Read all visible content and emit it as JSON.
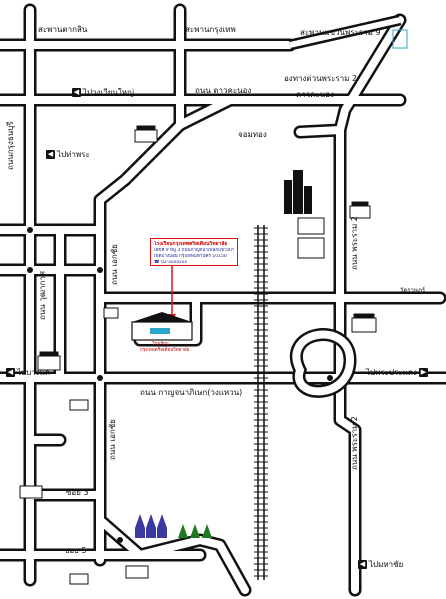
{
  "map": {
    "roads": {
      "bridge_taksin": "สะพานตากสิน",
      "bridge_krungthep": "สะพานกรุงเทพ",
      "bridge_rama9": "สะพานแขวนพระราม 9",
      "klong_dao_khanong": "องทางด่วนพระราม 2",
      "dao_khanong": "ดาวคะนอง",
      "to_wongwian_yai": "ไปวงเวียนใหญ่",
      "dao_khanong_road": "ถนน ดาวคะนอง",
      "road_left_vertical": "ถนนกรุงธนบุรี",
      "to_tha_phra": "ไปท่าพระ",
      "chom_thong": "จอมทอง",
      "phet_road": "ถนน เอกชัย",
      "rama2_road_top": "ถนน พระราม 2",
      "left_road_mid": "ถนน วุฒากาศ",
      "rat_phatthana": "วัดราษฎร์",
      "kanchana": "ถนน กาญจนาภิเษก(วงแหวน)",
      "to_bang_khae": "ไปบางแค",
      "to_phra_pradaeng": "ไปพระประแดง",
      "rama2_road_bottom": "ถนน พระราม 2",
      "ekkachai_lower": "ถนน เอกชัย",
      "soi_3": "ซอย 3",
      "soi_5": "ซอย 5",
      "to_mahachai": "ไปมหาชัย"
    },
    "info_box": {
      "line1": "โรงเรียนกรุงเทพคริสเตียนวิทยาลัย",
      "line2": "เลขที่ 9 หมู่ 3 ถนนกาญจนาภิเษกแขวงบางบอน",
      "line3": "เขตบางบอน กรุงเทพมหานคร 10150",
      "line4": "☎ 02-xxxxxxx"
    },
    "school_label_1": "โรงเรียน",
    "school_label_2": "กรุงเทพคริสเตียนวิทยาลัย",
    "colors": {
      "road_fill": "#ffffff",
      "road_outline": "#111111",
      "water": "#111111",
      "info_border": "#e01010",
      "info_title": "#c00000",
      "info_text": "#1a2a9a",
      "pointer": "#e01010",
      "tree": "#1f7a1f",
      "school_blue": "#3a3aa0"
    },
    "icons": [
      "arrow-left-icon",
      "arrow-right-icon",
      "building-icon",
      "temple-icon",
      "tree-icon",
      "railway-icon",
      "bridge-icon"
    ]
  }
}
